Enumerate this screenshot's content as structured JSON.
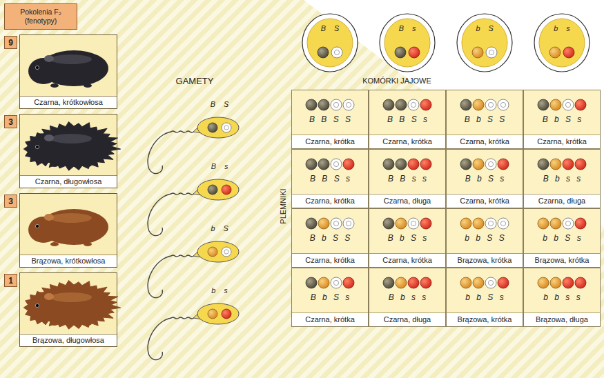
{
  "diagram": {
    "nodes": [
      {
        "text": [
          "Pokolenia F₂ (fenotypy)"
        ]
      },
      {
        "text": [
          "9"
        ]
      },
      {
        "text": [
          "Czarna, krótkowłosa"
        ]
      },
      {
        "text": [
          "3"
        ]
      },
      {
        "text": [
          "Czarna, długowłosa"
        ]
      },
      {
        "text": [
          "3"
        ]
      },
      {
        "text": [
          "Brązowa, krótkowłosa"
        ]
      },
      {
        "text": [
          "1"
        ]
      },
      {
        "text": [
          "Brązowa, długowłosa"
        ]
      },
      {
        "text": [
          "B S"
        ]
      },
      {
        "text": [
          "B s"
        ]
      },
      {
        "text": [
          "b S"
        ]
      },
      {
        "text": [
          "b s"
        ]
      },
      {
        "text": [
          "B S"
        ]
      },
      {
        "text": [
          "B s"
        ]
      },
      {
        "text": [
          "b S"
        ]
      },
      {
        "text": [
          "b s"
        ]
      },
      {
        "text": [
          "B B S S",
          "Czarna, krótka"
        ]
      },
      {
        "text": [
          "B B S s",
          "Czarna, krótka"
        ]
      },
      {
        "text": [
          "B b S S",
          "Czarna, krótka"
        ]
      },
      {
        "text": [
          "B b S s",
          "Czarna, krótka"
        ]
      },
      {
        "text": [
          "B B S s",
          "Czarna, krótka"
        ]
      },
      {
        "text": [
          "B B s s",
          "Czarna, długa"
        ]
      },
      {
        "text": [
          "B b S s",
          "Czarna, krótka"
        ]
      },
      {
        "text": [
          "B b s s",
          "Czarna, długa"
        ]
      },
      {
        "text": [
          "B b S S",
          "Czarna, krótka"
        ]
      },
      {
        "text": [
          "B b S s",
          "Czarna, krótka"
        ]
      },
      {
        "text": [
          "b b S S",
          "Brązowa, krótka"
        ]
      },
      {
        "text": [
          "b b S s",
          "Brązowa, krótka"
        ]
      },
      {
        "text": [
          "B b S s",
          "Czarna, krótka"
        ]
      },
      {
        "text": [
          "B b s s",
          "Czarna, długa"
        ]
      },
      {
        "text": [
          "b b S s",
          "Brązowa, krótka"
        ]
      },
      {
        "text": [
          "b b s s",
          "Brązowa, długa"
        ]
      }
    ],
    "labels": [
      "GAMETY",
      "KOMÓRKI JAJOWE",
      "PLEMNIKI"
    ]
  }
}
